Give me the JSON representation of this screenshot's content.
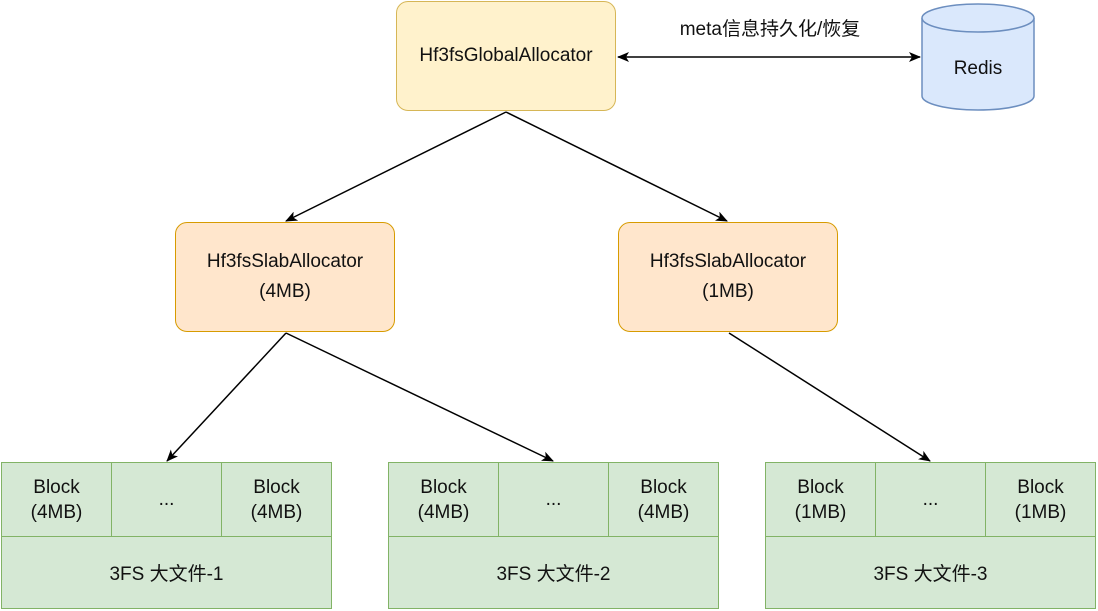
{
  "global_allocator": {
    "label": "Hf3fsGlobalAllocator"
  },
  "slab_allocators": [
    {
      "name": "Hf3fsSlabAllocator",
      "size": "(4MB)"
    },
    {
      "name": "Hf3fsSlabAllocator",
      "size": "(1MB)"
    }
  ],
  "redis": {
    "label": "Redis",
    "edge_label": "meta信息持久化/恢复"
  },
  "files": [
    {
      "label": "3FS 大文件-1",
      "cells": [
        {
          "line1": "Block",
          "line2": "(4MB)"
        },
        {
          "line1": "...",
          "line2": ""
        },
        {
          "line1": "Block",
          "line2": "(4MB)"
        }
      ]
    },
    {
      "label": "3FS 大文件-2",
      "cells": [
        {
          "line1": "Block",
          "line2": "(4MB)"
        },
        {
          "line1": "...",
          "line2": ""
        },
        {
          "line1": "Block",
          "line2": "(4MB)"
        }
      ]
    },
    {
      "label": "3FS 大文件-3",
      "cells": [
        {
          "line1": "Block",
          "line2": "(1MB)"
        },
        {
          "line1": "...",
          "line2": ""
        },
        {
          "line1": "Block",
          "line2": "(1MB)"
        }
      ]
    }
  ],
  "colors": {
    "global_fill": "#fff2cc",
    "global_stroke": "#d6b656",
    "slab_fill": "#ffe6cc",
    "slab_stroke": "#d79b00",
    "file_fill": "#d5e8d4",
    "file_stroke": "#82b366",
    "redis_fill": "#dae8fc",
    "redis_stroke": "#6c8ebf"
  }
}
